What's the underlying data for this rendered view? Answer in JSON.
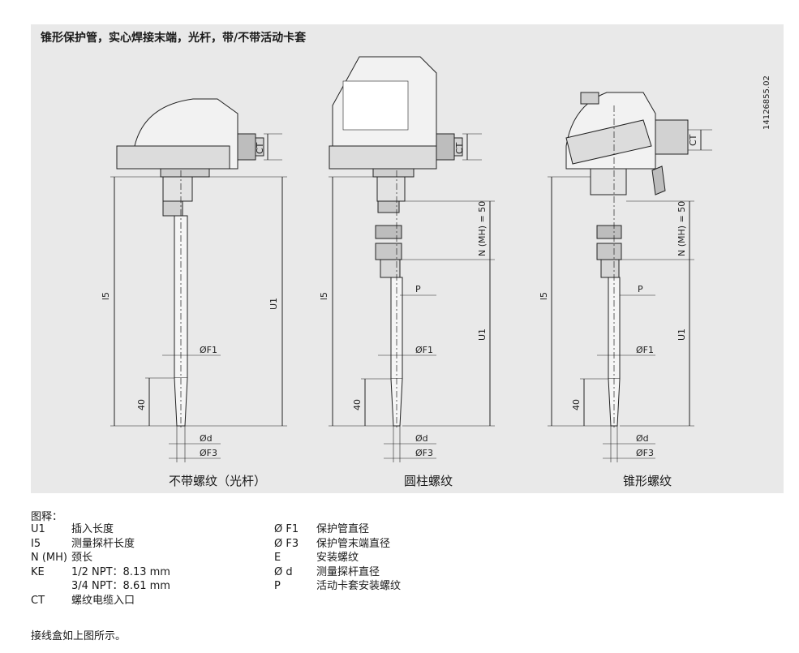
{
  "panel": {
    "title": "锥形保护管，实心焊接末端，光杆，带/不带活动卡套",
    "side_code": "14126855.02",
    "captions": [
      "不带螺纹（光杆）",
      "圆柱螺纹",
      "锥形螺纹"
    ]
  },
  "dims": {
    "l5": "l5",
    "U1": "U1",
    "CT": "CT",
    "F1": "ØF1",
    "d": "Ød",
    "F3": "ØF3",
    "forty": "40",
    "P": "P",
    "N": "N (MH) = 50"
  },
  "legend": {
    "heading": "图释：",
    "left": [
      {
        "sym": "U1",
        "desc": "插入长度"
      },
      {
        "sym": "I5",
        "desc": "测量探杆长度"
      },
      {
        "sym": "N (MH)",
        "desc": "颈长"
      },
      {
        "sym": "KE",
        "desc": "1/2 NPT：8.13 mm"
      },
      {
        "sym": "",
        "desc": "3/4 NPT：8.61 mm"
      },
      {
        "sym": "CT",
        "desc": "螺纹电缆入口"
      }
    ],
    "right": [
      {
        "sym": "Ø F1",
        "desc": "保护管直径"
      },
      {
        "sym": "Ø F3",
        "desc": "保护管末端直径"
      },
      {
        "sym": "E",
        "desc": "安装螺纹"
      },
      {
        "sym": "Ø d",
        "desc": "测量探杆直径"
      },
      {
        "sym": "P",
        "desc": "活动卡套安装螺纹"
      }
    ]
  },
  "footer": "接线盒如上图所示。"
}
